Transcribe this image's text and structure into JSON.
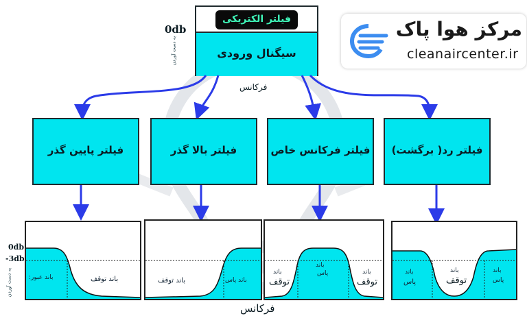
{
  "input": {
    "title_badge": "فیلتر الکتریکی",
    "label": "سیگنال ورودی",
    "level": "0db",
    "axis_vertical": "به دست آوردن",
    "axis_horizontal": "فرکانس"
  },
  "logo": {
    "name": "مرکز هوا پاک",
    "url": "cleanaircenter.ir"
  },
  "filters": [
    {
      "label": "فیلتر پایین گذر"
    },
    {
      "label": "فیلتر بالا گذر"
    },
    {
      "label": "فیلتر فرکانس خاص"
    },
    {
      "label": "فیلتر رد( برگشت)"
    }
  ],
  "plots": {
    "level_0": "0db",
    "level_3": "-3db",
    "axis_vertical": "به دست آوردن",
    "axis_horizontal": "فرکانس",
    "low_pass": {
      "pass": "باند عبور:",
      "stop": "باند توقف"
    },
    "high_pass": {
      "stop": "باند توقف",
      "pass": "باند پاس"
    },
    "band_pass": {
      "stop_left": "باند",
      "stop_left2": "توقف",
      "pass": "باند",
      "pass2": "پاس",
      "stop_right": "باند",
      "stop_right2": "توقف"
    },
    "band_stop": {
      "pass_left": "باند",
      "pass_left2": "پاس",
      "stop": "باند",
      "stop2": "توقف",
      "pass_right": "باند",
      "pass_right2": "پاس"
    }
  },
  "colors": {
    "cyan": "#00e5ef",
    "arrow": "#2b3be8",
    "dark": "#1f2a2e"
  }
}
